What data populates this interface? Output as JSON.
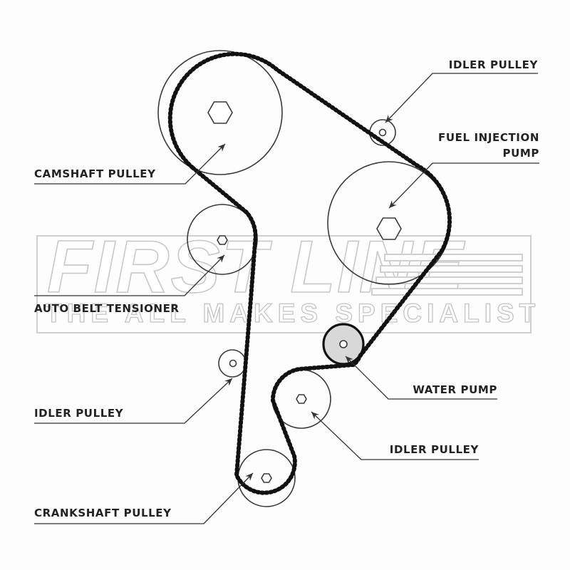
{
  "diagram": {
    "title": "Timing belt routing diagram",
    "watermark": {
      "brand": "FIRST LINE",
      "tagline": "THE ALL MAKES SPECIALIST"
    },
    "colors": {
      "belt": "#111111",
      "outline": "#3a3a3a",
      "water_pump_fill": "#d8d8d8",
      "label_text": "#222222",
      "watermark_outline": "#c8c8c8"
    },
    "labels": {
      "camshaft_pulley": "CAMSHAFT PULLEY",
      "idler_pulley_top": "IDLER PULLEY",
      "fuel_injection_pump_line1": "FUEL INJECTION",
      "fuel_injection_pump_line2": "PUMP",
      "auto_belt_tensioner": "AUTO BELT TENSIONER",
      "idler_pulley_left": "IDLER PULLEY",
      "water_pump": "WATER PUMP",
      "idler_pulley_bottom": "IDLER PULLEY",
      "crankshaft_pulley": "CRANKSHAFT PULLEY"
    },
    "components": [
      {
        "id": "camshaft_pulley",
        "hub": "hexagon",
        "belt_side": "outer"
      },
      {
        "id": "idler_pulley_top",
        "hub": "ring",
        "belt_side": "none"
      },
      {
        "id": "fuel_injection_pump",
        "hub": "hexagon",
        "belt_side": "outer"
      },
      {
        "id": "auto_belt_tensioner",
        "hub": "hexagon",
        "belt_side": "outer"
      },
      {
        "id": "idler_pulley_left",
        "hub": "ring",
        "belt_side": "none"
      },
      {
        "id": "water_pump",
        "hub": "ring",
        "belt_side": "outer",
        "shaded": true
      },
      {
        "id": "idler_pulley_bottom",
        "hub": "hexagon",
        "belt_side": "outer"
      },
      {
        "id": "crankshaft_pulley",
        "hub": "hexagon",
        "belt_side": "outer"
      }
    ]
  }
}
